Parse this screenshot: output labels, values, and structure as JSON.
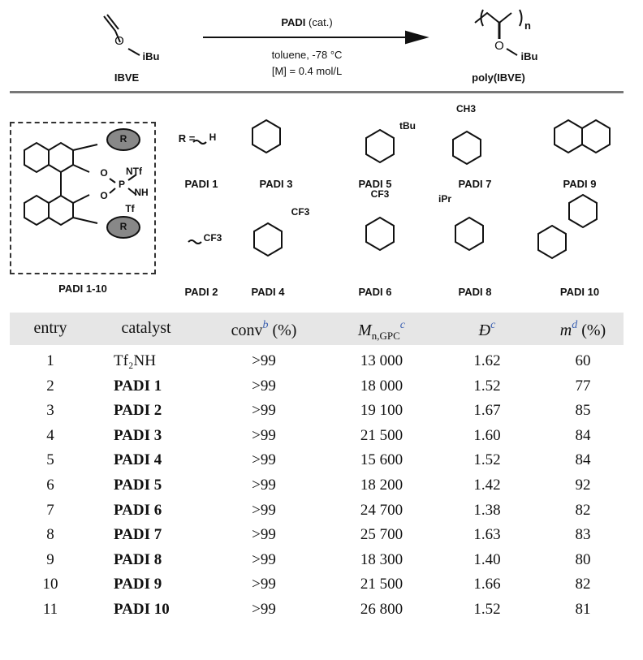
{
  "scheme": {
    "monomer_label": "IBVE",
    "monomer_O": "O",
    "monomer_sub": "iBu",
    "catalyst": "PADI",
    "catalyst_note": "(cat.)",
    "conditions1": "toluene, -78 °C",
    "conditions2": "[M] = 0.4 mol/L",
    "polymer_label": "poly(IBVE)",
    "polymer_n": "n"
  },
  "catalysts": {
    "core_label": "PADI 1-10",
    "core_NTf": "NTf",
    "core_NH": "NH",
    "core_Tf": "Tf",
    "core_P": "P",
    "core_O": "O",
    "core_R": "R",
    "r_eq": "R =",
    "items": [
      {
        "label": "PADI 1",
        "sub": "H"
      },
      {
        "label": "PADI 2",
        "sub": "CF3"
      },
      {
        "label": "PADI 3",
        "sub": "phenyl"
      },
      {
        "label": "PADI 4",
        "sub": "CF3"
      },
      {
        "label": "PADI 5",
        "sub": "tBu"
      },
      {
        "label": "PADI 6",
        "sub": "CF3"
      },
      {
        "label": "PADI 7",
        "sub": "CH3"
      },
      {
        "label": "PADI 8",
        "sub": "iPr"
      },
      {
        "label": "PADI 9",
        "sub": "2-naphthyl"
      },
      {
        "label": "PADI 10",
        "sub": "biphenyl"
      }
    ]
  },
  "table": {
    "headers": {
      "entry": "entry",
      "catalyst": "catalyst",
      "conv": "conv",
      "conv_sup": "b",
      "conv_unit": "(%)",
      "mn": "M",
      "mn_sub": "n,GPC",
      "mn_sup": "c",
      "d": "Đ",
      "d_sup": "c",
      "m": "m",
      "m_sup": "d",
      "m_unit": "(%)"
    },
    "rows": [
      {
        "entry": "1",
        "catalyst": "Tf₂NH",
        "conv": ">99",
        "mn": "13 000",
        "d": "1.62",
        "m": "60"
      },
      {
        "entry": "2",
        "catalyst": "PADI 1",
        "conv": ">99",
        "mn": "18 000",
        "d": "1.52",
        "m": "77"
      },
      {
        "entry": "3",
        "catalyst": "PADI 2",
        "conv": ">99",
        "mn": "19 100",
        "d": "1.67",
        "m": "85"
      },
      {
        "entry": "4",
        "catalyst": "PADI 3",
        "conv": ">99",
        "mn": "21 500",
        "d": "1.60",
        "m": "84"
      },
      {
        "entry": "5",
        "catalyst": "PADI 4",
        "conv": ">99",
        "mn": "15 600",
        "d": "1.52",
        "m": "84"
      },
      {
        "entry": "6",
        "catalyst": "PADI 5",
        "conv": ">99",
        "mn": "18 200",
        "d": "1.42",
        "m": "92"
      },
      {
        "entry": "7",
        "catalyst": "PADI 6",
        "conv": ">99",
        "mn": "24 700",
        "d": "1.38",
        "m": "82"
      },
      {
        "entry": "8",
        "catalyst": "PADI 7",
        "conv": ">99",
        "mn": "25 700",
        "d": "1.63",
        "m": "83"
      },
      {
        "entry": "9",
        "catalyst": "PADI 8",
        "conv": ">99",
        "mn": "18 300",
        "d": "1.40",
        "m": "80"
      },
      {
        "entry": "10",
        "catalyst": "PADI 9",
        "conv": ">99",
        "mn": "21 500",
        "d": "1.66",
        "m": "82"
      },
      {
        "entry": "11",
        "catalyst": "PADI 10",
        "conv": ">99",
        "mn": "26 800",
        "d": "1.52",
        "m": "81"
      }
    ]
  }
}
